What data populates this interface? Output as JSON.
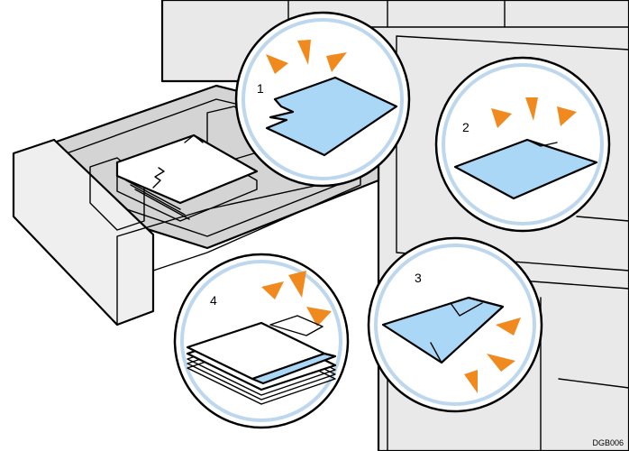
{
  "colors": {
    "paper_blue": "#a9d7f5",
    "burst_orange": "#f08a1e",
    "machine_gray": "#d2d2d2",
    "machine_light": "#ececec",
    "outline": "#000000",
    "background": "#ffffff"
  },
  "callouts": [
    {
      "number": "1"
    },
    {
      "number": "2"
    },
    {
      "number": "3"
    },
    {
      "number": "4"
    }
  ],
  "figure_code": "DGB006"
}
